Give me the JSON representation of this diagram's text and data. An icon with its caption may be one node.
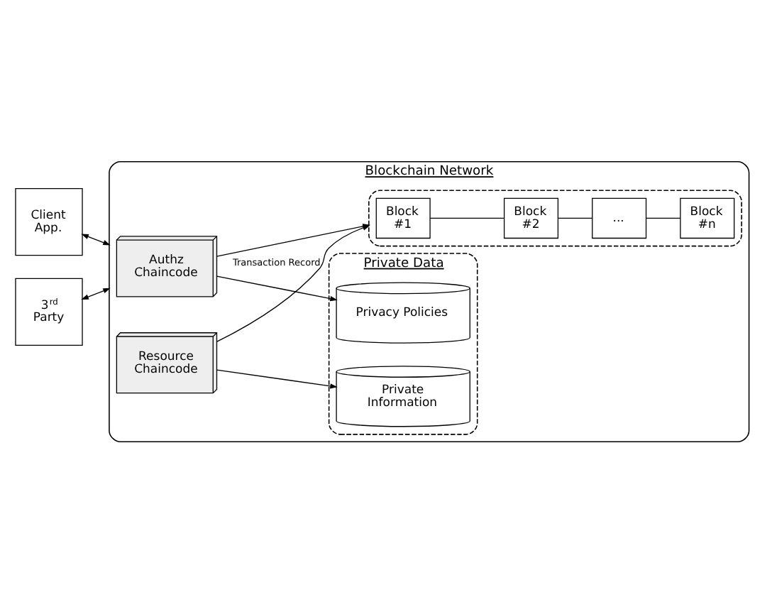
{
  "diagram": {
    "nodes": [
      {
        "text": [
          "Client App."
        ]
      },
      {
        "text": [
          "3$^{rd}$ Party"
        ]
      },
      {
        "text": [
          "Blockchain Network"
        ]
      },
      {
        "text": [
          "Authz Chaincode"
        ],
        "in": 2
      },
      {
        "text": [
          "Resource Chaincode"
        ],
        "in": 2
      },
      {
        "text": [
          "Private Data"
        ],
        "in": 2
      },
      {
        "text": [
          "Privacy Policies"
        ],
        "in": 5
      },
      {
        "text": [
          "Private Information"
        ],
        "in": 5
      },
      {
        "text": [],
        "shape": "box",
        "in": 2
      },
      {
        "text": [
          "Block #1"
        ],
        "in": 8
      },
      {
        "text": [
          "Block #2"
        ],
        "in": 8
      },
      {
        "text": [
          "..."
        ],
        "in": 8
      },
      {
        "text": [
          "Block #n"
        ],
        "in": 8
      }
    ],
    "edges": [
      {
        "from": 0,
        "to": 2,
        "arrow": "both"
      },
      {
        "from": 1,
        "to": 2,
        "arrow": "both"
      },
      {
        "from": 3,
        "to": 6,
        "arrow": "to"
      },
      {
        "from": 4,
        "to": 7,
        "arrow": "to"
      },
      {
        "from": 3,
        "to": 8,
        "arrow": "to"
      },
      {
        "from": 4,
        "to": 8,
        "arrow": "to",
        "label": "Transaction Record"
      },
      {
        "from": 9,
        "to": 10,
        "arrow": "none"
      },
      {
        "from": 10,
        "to": 11,
        "arrow": "none"
      },
      {
        "from": 11,
        "to": 12,
        "arrow": "none"
      }
    ]
  }
}
